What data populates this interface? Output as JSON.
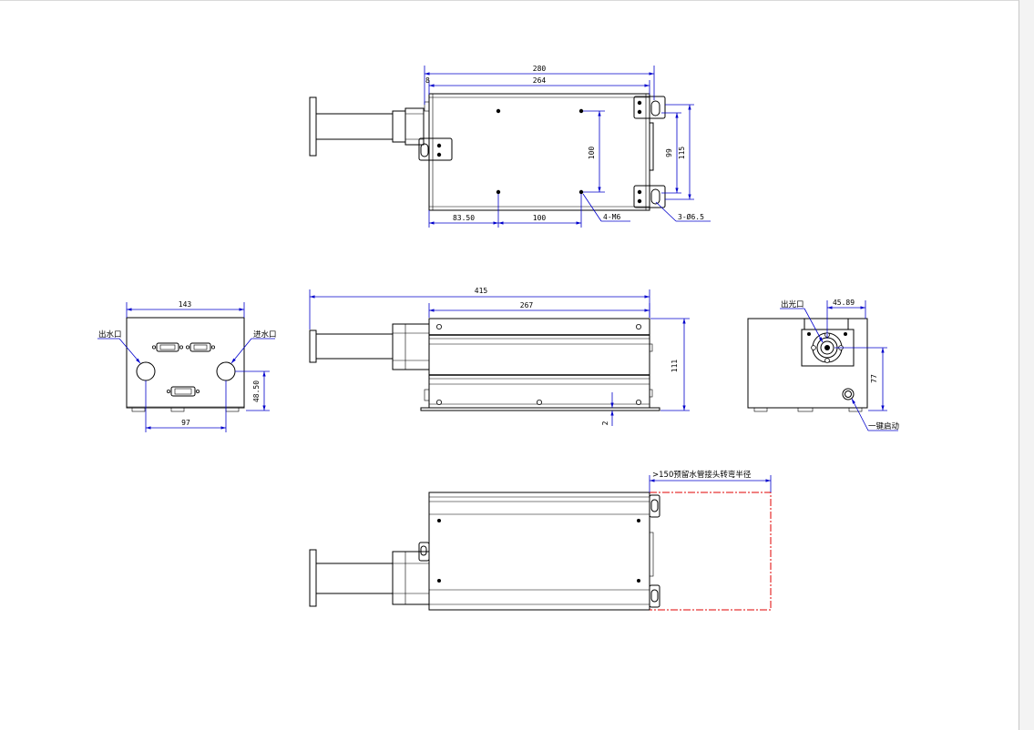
{
  "drawing": {
    "colors": {
      "outline": "#000000",
      "dimension": "#0000cc",
      "reserve_zone": "#e00000"
    },
    "top_view": {
      "dims": {
        "overall_length": "280",
        "inner_length": "264",
        "flange_offset": "8",
        "hole_pitch_v": "100",
        "bracket_span_1": "99",
        "bracket_span_2": "115",
        "front_offset": "83.50",
        "hole_pitch_h": "100"
      },
      "callouts": {
        "threads": "4-M6",
        "slots": "3-Ø6.5"
      }
    },
    "left_view": {
      "dims": {
        "width": "143",
        "port_spacing": "97",
        "port_height": "48.50"
      },
      "labels": {
        "water_outlet": "出水口",
        "water_inlet": "进水口"
      }
    },
    "front_view": {
      "dims": {
        "overall_length": "415",
        "body_length": "267",
        "height": "111",
        "foot_height": "2"
      }
    },
    "right_view": {
      "dims": {
        "beam_offset": "45.89",
        "beam_height": "77"
      },
      "labels": {
        "light_outlet": "出光口",
        "one_key_start": "一键启动"
      }
    },
    "bottom_view": {
      "labels": {
        "reserve_note": ">150预留水管接头转弯半径"
      }
    }
  }
}
